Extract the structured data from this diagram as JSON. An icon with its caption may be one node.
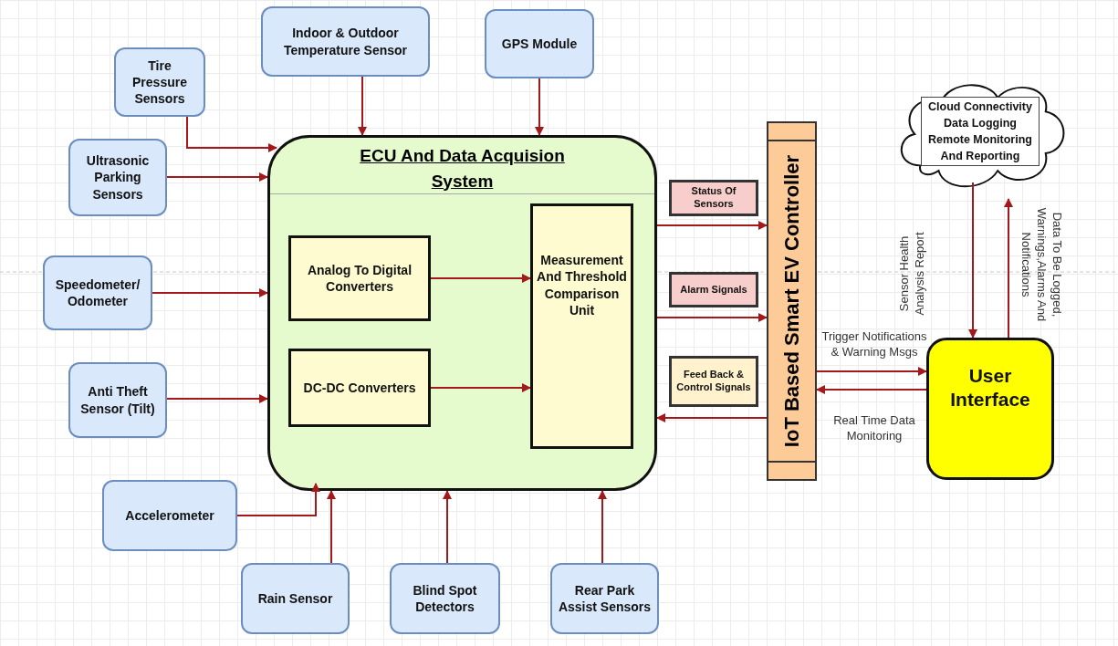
{
  "diagram": {
    "nodes": [
      {
        "text": [
          "ECU And Data Acquision System"
        ]
      },
      {
        "text": [
          "Analog To Digital Converters"
        ],
        "in": 0
      },
      {
        "text": [
          "DC-DC Converters"
        ],
        "in": 0
      },
      {
        "text": [
          "Measurement And Threshold Comparison Unit"
        ],
        "in": 0
      },
      {
        "text": [
          "Tire Pressure Sensors"
        ]
      },
      {
        "text": [
          "Indoor & Outdoor Temperature Sensor"
        ]
      },
      {
        "text": [
          "GPS Module"
        ]
      },
      {
        "text": [
          "Ultrasonic Parking Sensors"
        ]
      },
      {
        "text": [
          "Speedometer/ Odometer"
        ]
      },
      {
        "text": [
          "Anti Theft Sensor (Tilt)"
        ]
      },
      {
        "text": [
          "Accelerometer"
        ]
      },
      {
        "text": [
          "Rain Sensor"
        ]
      },
      {
        "text": [
          "Blind Spot Detectors"
        ]
      },
      {
        "text": [
          "Rear Park Assist Sensors"
        ]
      },
      {
        "text": [
          "IoT Based Smart EV Controller"
        ]
      },
      {
        "text": [
          "User Interface"
        ]
      },
      {
        "text": [
          "Cloud Connectivity Data Logging Remote Monitoring And Reporting"
        ]
      },
      {
        "text": [
          "Status Of Sensors"
        ]
      },
      {
        "text": [
          "Alarm Signals"
        ]
      },
      {
        "text": [
          "Feed Back & Control Signals"
        ]
      }
    ],
    "edges": [
      {
        "from": 4,
        "to": 0,
        "arrow": "to"
      },
      {
        "from": 5,
        "to": 0,
        "arrow": "to"
      },
      {
        "from": 6,
        "to": 0,
        "arrow": "to"
      },
      {
        "from": 7,
        "to": 0,
        "arrow": "to"
      },
      {
        "from": 8,
        "to": 0,
        "arrow": "to"
      },
      {
        "from": 9,
        "to": 0,
        "arrow": "to"
      },
      {
        "from": 10,
        "to": 0,
        "arrow": "to"
      },
      {
        "from": 11,
        "to": 0,
        "arrow": "to"
      },
      {
        "from": 12,
        "to": 0,
        "arrow": "to"
      },
      {
        "from": 13,
        "to": 0,
        "arrow": "to"
      },
      {
        "from": 1,
        "to": 3,
        "arrow": "to"
      },
      {
        "from": 2,
        "to": 3,
        "arrow": "to"
      },
      {
        "from": 0,
        "to": 14,
        "arrow": "to"
      },
      {
        "from": 0,
        "to": 14,
        "arrow": "to"
      },
      {
        "from": 14,
        "to": 0,
        "arrow": "to"
      },
      {
        "from": 14,
        "to": 15,
        "arrow": "to",
        "label": "Trigger Notifications & Warning Msgs"
      },
      {
        "from": 15,
        "to": 14,
        "arrow": "to",
        "label": "Real Time Data Monitoring"
      },
      {
        "from": 16,
        "to": 15,
        "arrow": "to",
        "label": "Sensor Health Analysis Report"
      },
      {
        "from": 15,
        "to": 16,
        "arrow": "to",
        "label": "Data To Be Logged, Warnings,Alarms And Notifications"
      }
    ]
  }
}
